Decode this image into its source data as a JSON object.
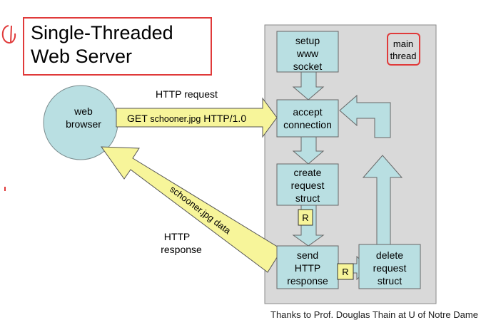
{
  "slide": {
    "annotation_number": "1",
    "title_line1": "Single-Threaded",
    "title_line2": "Web Server",
    "credit": "Thanks to Prof. Douglas Thain at U of Notre Dame"
  },
  "diagram": {
    "main_thread_line1": "main",
    "main_thread_line2": "thread",
    "browser_line1": "web",
    "browser_line2": "browser",
    "http_request_label": "HTTP request",
    "get_text_prefix": "GET ",
    "get_text_file": "schooner.jpg",
    "get_text_suffix": " HTTP/1.0",
    "data_arrow_text": "schooner.jpg data",
    "http_response_line1": "HTTP",
    "http_response_line2": "response",
    "steps": {
      "setup": [
        "setup",
        "www",
        "socket"
      ],
      "accept": [
        "accept",
        "connection"
      ],
      "create": [
        "create",
        "request",
        "struct"
      ],
      "send": [
        "send",
        "HTTP",
        "response"
      ],
      "delete": [
        "delete",
        "request",
        "struct"
      ]
    },
    "r_label": "R"
  },
  "colors": {
    "box_fill": "#b9dfe2",
    "panel_fill": "#d9d9d9",
    "arrow_yellow": "#f7f59a",
    "ink_red": "#e03a3a"
  }
}
